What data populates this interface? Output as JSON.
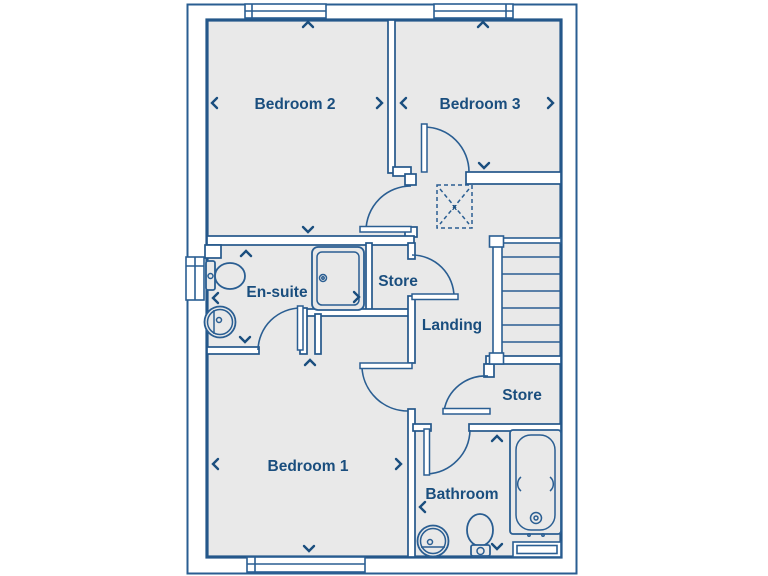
{
  "title_note": "upper floor plan with three bedrooms",
  "colors": {
    "line_blue": "#2a5e92",
    "wall_blue": "#24578a",
    "text_blue": "#1a4e7e",
    "floor_fill": "#e9e9e9",
    "background": "#ffffff"
  },
  "rooms": [
    {
      "id": "bedroom-2",
      "label": "Bedroom 2",
      "dimension_arrows": [
        "up",
        "left",
        "right",
        "down"
      ]
    },
    {
      "id": "bedroom-3",
      "label": "Bedroom 3",
      "dimension_arrows": [
        "up",
        "left",
        "right",
        "down"
      ]
    },
    {
      "id": "en-suite",
      "label": "En-suite",
      "dimension_arrows": [
        "up",
        "left",
        "down",
        "right"
      ]
    },
    {
      "id": "store-middle",
      "label": "Store",
      "dimension_arrows": []
    },
    {
      "id": "landing",
      "label": "Landing",
      "dimension_arrows": []
    },
    {
      "id": "store-under-stairs",
      "label": "Store",
      "dimension_arrows": []
    },
    {
      "id": "bedroom-1",
      "label": "Bedroom 1",
      "dimension_arrows": [
        "up",
        "left",
        "right",
        "down"
      ]
    },
    {
      "id": "bathroom",
      "label": "Bathroom",
      "dimension_arrows": [
        "up",
        "left",
        "down"
      ]
    }
  ],
  "loft_hatch": {
    "marker": "x"
  },
  "fixtures": [
    "toilet",
    "wash-basin",
    "shower-tray",
    "stairs",
    "bath",
    "toilet",
    "wash-basin"
  ],
  "window_count": 5,
  "door_count": 7
}
